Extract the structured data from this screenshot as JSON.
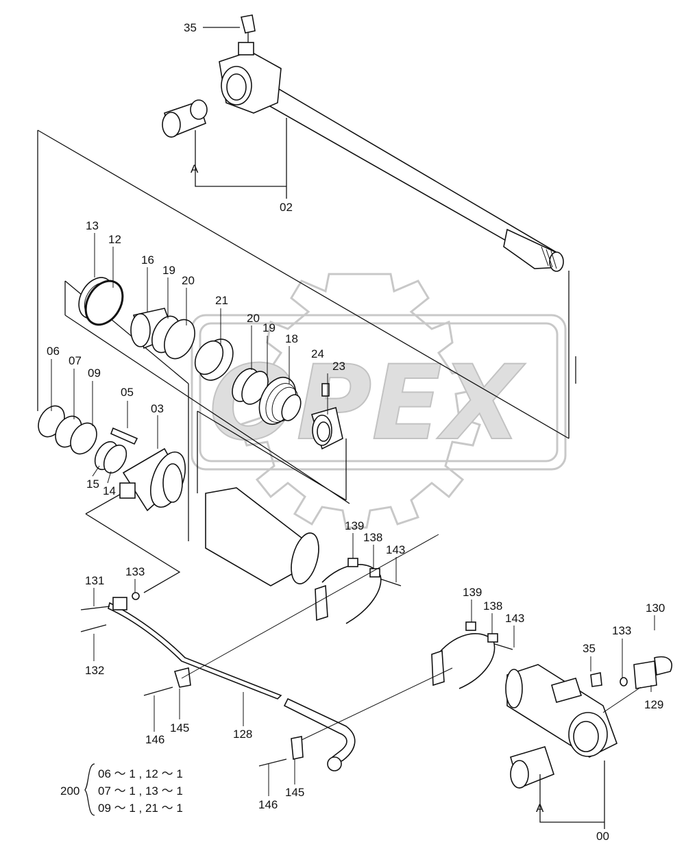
{
  "watermark": {
    "text": "OPEX"
  },
  "labels": [
    {
      "id": "lbl-35-top",
      "text": "35"
    },
    {
      "id": "lbl-A-top",
      "text": "A"
    },
    {
      "id": "lbl-02",
      "text": "02"
    },
    {
      "id": "lbl-13",
      "text": "13"
    },
    {
      "id": "lbl-12",
      "text": "12"
    },
    {
      "id": "lbl-16",
      "text": "16"
    },
    {
      "id": "lbl-19a",
      "text": "19"
    },
    {
      "id": "lbl-20a",
      "text": "20"
    },
    {
      "id": "lbl-21",
      "text": "21"
    },
    {
      "id": "lbl-20b",
      "text": "20"
    },
    {
      "id": "lbl-19b",
      "text": "19"
    },
    {
      "id": "lbl-18",
      "text": "18"
    },
    {
      "id": "lbl-24",
      "text": "24"
    },
    {
      "id": "lbl-23",
      "text": "23"
    },
    {
      "id": "lbl-06",
      "text": "06"
    },
    {
      "id": "lbl-07",
      "text": "07"
    },
    {
      "id": "lbl-09",
      "text": "09"
    },
    {
      "id": "lbl-05",
      "text": "05"
    },
    {
      "id": "lbl-03",
      "text": "03"
    },
    {
      "id": "lbl-15",
      "text": "15"
    },
    {
      "id": "lbl-14",
      "text": "14"
    },
    {
      "id": "lbl-139a",
      "text": "139"
    },
    {
      "id": "lbl-138a",
      "text": "138"
    },
    {
      "id": "lbl-143a",
      "text": "143"
    },
    {
      "id": "lbl-131",
      "text": "131"
    },
    {
      "id": "lbl-133a",
      "text": "133"
    },
    {
      "id": "lbl-132",
      "text": "132"
    },
    {
      "id": "lbl-139b",
      "text": "139"
    },
    {
      "id": "lbl-138b",
      "text": "138"
    },
    {
      "id": "lbl-143b",
      "text": "143"
    },
    {
      "id": "lbl-130",
      "text": "130"
    },
    {
      "id": "lbl-35-bot",
      "text": "35"
    },
    {
      "id": "lbl-133b",
      "text": "133"
    },
    {
      "id": "lbl-129",
      "text": "129"
    },
    {
      "id": "lbl-146a",
      "text": "146"
    },
    {
      "id": "lbl-145a",
      "text": "145"
    },
    {
      "id": "lbl-128",
      "text": "128"
    },
    {
      "id": "lbl-146b",
      "text": "146"
    },
    {
      "id": "lbl-145b",
      "text": "145"
    },
    {
      "id": "lbl-A-bot",
      "text": "A"
    },
    {
      "id": "lbl-00",
      "text": "00"
    }
  ],
  "kit": {
    "number": "200",
    "lines": [
      "06 ～ 1 , 12 ～ 1",
      "07 ～ 1 , 13 ～ 1",
      "09 ～ 1 , 21 ～ 1"
    ]
  }
}
